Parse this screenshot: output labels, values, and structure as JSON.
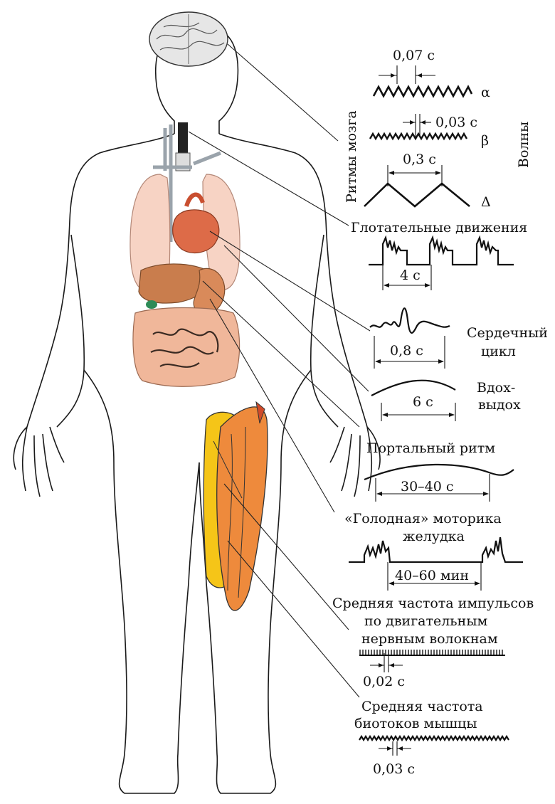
{
  "rhythms": {
    "alpha_period": "0,07 с",
    "alpha_symbol": "α",
    "beta_period": "0,03 с",
    "beta_symbol": "β",
    "delta_period": "0,3 с",
    "delta_symbol": "Δ",
    "brain_rhythms_label": "Ритмы мозга",
    "waves_label": "Волны"
  },
  "swallowing": {
    "title": "Глотательные движения",
    "period": "4 с"
  },
  "cardiac": {
    "title_line1": "Сердечный",
    "title_line2": "цикл",
    "period": "0,8 с"
  },
  "breathing": {
    "title_line1": "Вдох-",
    "title_line2": "выдох",
    "period": "6 с"
  },
  "portal": {
    "title": "Портальный ритм",
    "period": "30–40 с"
  },
  "hunger": {
    "title_line1": "«Голодная» моторика",
    "title_line2": "желудка",
    "period": "40–60 мин"
  },
  "nerve": {
    "title_line1": "Средняя частота импульсов",
    "title_line2": "по двигательным",
    "title_line3": "нервным волокнам",
    "period": "0,02 с"
  },
  "muscle": {
    "title_line1": "Средняя частота",
    "title_line2": "биотоков мышцы",
    "period": "0,03 с"
  },
  "colors": {
    "lung": "#f7d3c4",
    "heart": "#dd6b48",
    "liver": "#c97d4d",
    "intestine": "#f0b79a",
    "muscle": "#ee8a3c",
    "muscle_yellow": "#f5c518",
    "vessel": "#9aa3ab"
  }
}
